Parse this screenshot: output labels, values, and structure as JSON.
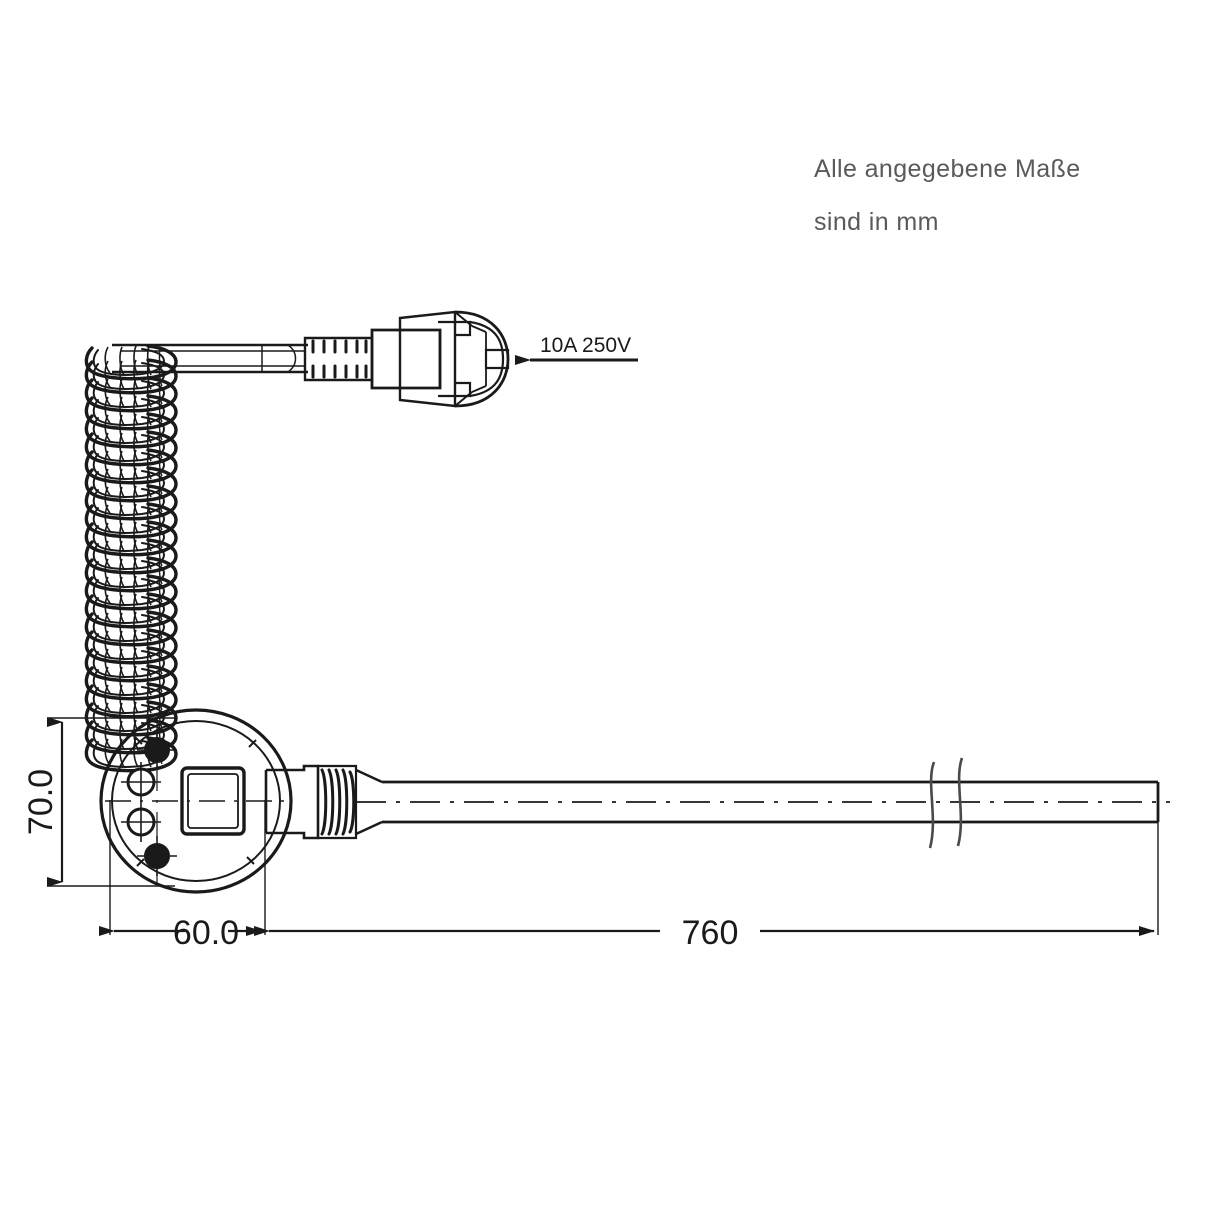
{
  "drawing": {
    "title": "Coiled power cord technical drawing",
    "background_color": "#ffffff",
    "line_color": "#1a1a1a",
    "note_color": "#5a5a5a"
  },
  "notes": {
    "line1": "Alle angegebene Maße",
    "line2": "sind in mm"
  },
  "callouts": {
    "plug_rating": "10A  250V"
  },
  "dimensions": {
    "height": "70.0",
    "width": "60.0",
    "cable_length": "760"
  },
  "parts": {
    "plug": "schuko-plug",
    "strain_relief": "strain-relief-ribs",
    "coil": "coiled-cable",
    "connector_flange": "round-flange-connector",
    "socket_opening": "rectangular-socket",
    "mounting_holes": "mounting-hole",
    "threaded_gland": "threaded-cable-gland",
    "cable": "straight-cable",
    "break_symbol": "cable-break-symbol"
  }
}
